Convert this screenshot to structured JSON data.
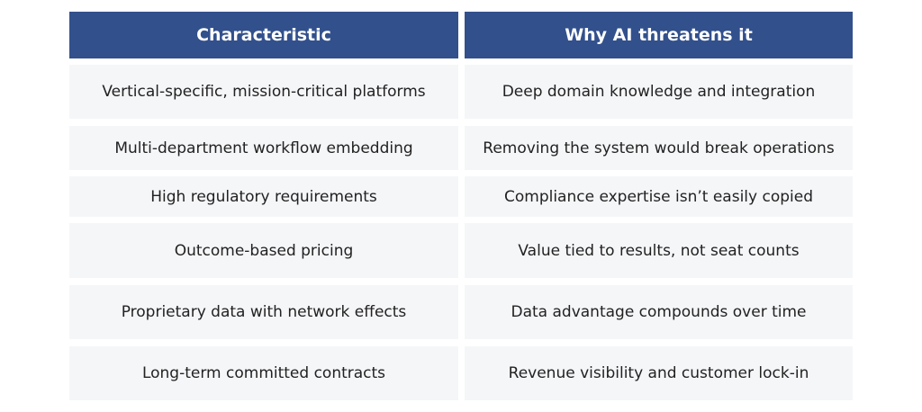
{
  "table": {
    "headers": [
      "Characteristic",
      "Why AI threatens it"
    ],
    "rows": [
      [
        "Vertical-specific, mission-critical platforms",
        "Deep domain knowledge and integration"
      ],
      [
        "Multi-department workflow embedding",
        "Removing the system would break operations"
      ],
      [
        "High regulatory requirements",
        "Compliance expertise isn’t easily copied"
      ],
      [
        "Outcome-based pricing",
        "Value tied to results, not seat counts"
      ],
      [
        "Proprietary data with network effects",
        "Data advantage compounds over time"
      ],
      [
        "Long-term committed contracts",
        "Revenue visibility and customer lock-in"
      ]
    ]
  },
  "colors": {
    "header_bg": "#32508c",
    "header_text": "#ffffff",
    "row_bg": "#f5f6f8",
    "body_text": "#222222"
  }
}
